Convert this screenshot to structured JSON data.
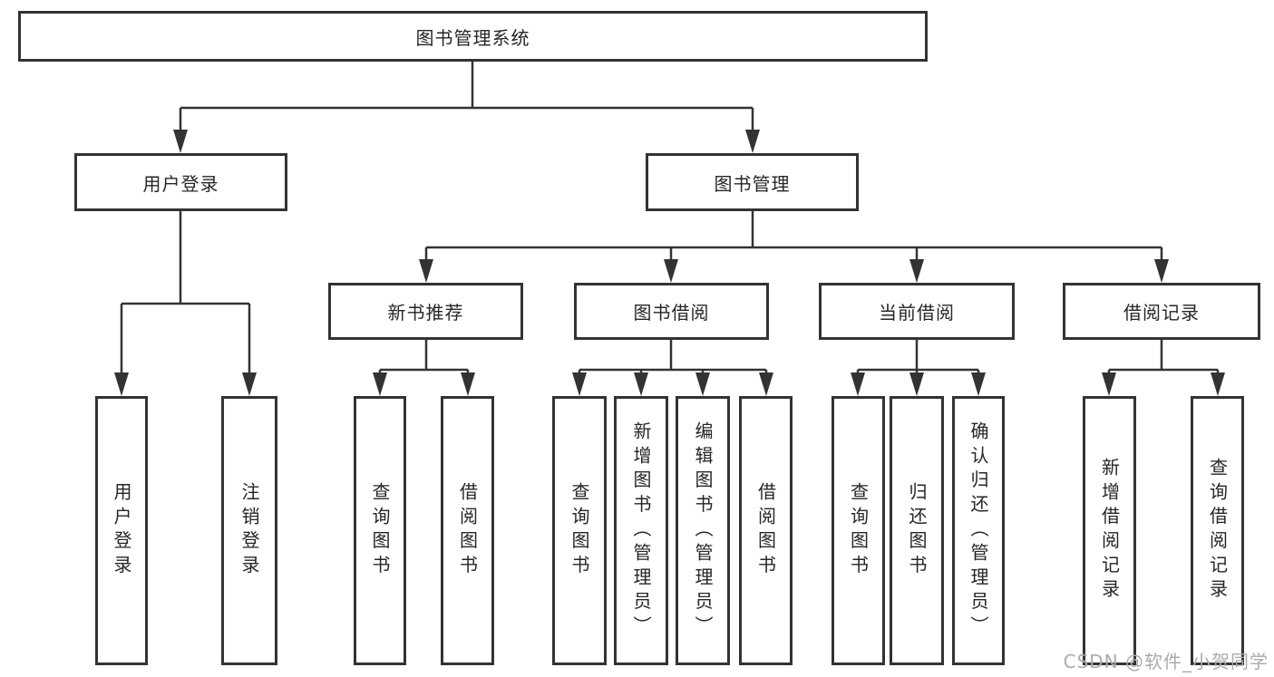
{
  "diagram_type": "hierarchy-tree",
  "colors": {
    "background": "#ffffff",
    "line": "#333333",
    "box_border": "#333333",
    "box_fill": "#ffffff",
    "text": "#262626",
    "watermark": "#ababab"
  },
  "watermark": {
    "text": "CSDN @软件_小贺同学"
  },
  "tree": {
    "label": "图书管理系统",
    "children": [
      {
        "label": "用户登录",
        "children": [
          {
            "label": "用户登录"
          },
          {
            "label": "注销登录"
          }
        ]
      },
      {
        "label": "图书管理",
        "children": [
          {
            "label": "新书推荐",
            "children": [
              {
                "label": "查询图书"
              },
              {
                "label": "借阅图书"
              }
            ]
          },
          {
            "label": "图书借阅",
            "children": [
              {
                "label": "查询图书"
              },
              {
                "label": "新增图书（管理员）"
              },
              {
                "label": "编辑图书（管理员）"
              },
              {
                "label": "借阅图书"
              }
            ]
          },
          {
            "label": "当前借阅",
            "children": [
              {
                "label": "查询图书"
              },
              {
                "label": "归还图书"
              },
              {
                "label": "确认归还（管理员）"
              }
            ]
          },
          {
            "label": "借阅记录",
            "children": [
              {
                "label": "新增借阅记录"
              },
              {
                "label": "查询借阅记录"
              }
            ]
          }
        ]
      }
    ]
  }
}
